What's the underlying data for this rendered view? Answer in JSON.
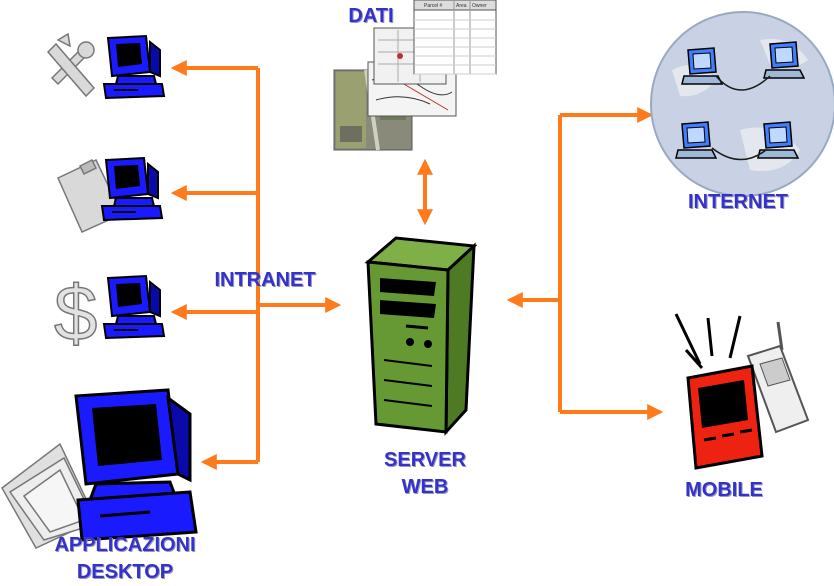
{
  "labels": {
    "dati": "DATI",
    "intranet": "INTRANET",
    "internet": "INTERNET",
    "server_line1": "SERVER",
    "server_line2": "WEB",
    "mobile": "MOBILE",
    "desktop_line1": "APPLICAZIONI",
    "desktop_line2": "DESKTOP"
  },
  "data_table": {
    "headers": [
      "Parcel #",
      "Area",
      "Owner"
    ],
    "rows": [
      [
        "",
        "",
        ""
      ],
      [
        "",
        "",
        ""
      ],
      [
        "",
        "",
        ""
      ],
      [
        "",
        "",
        ""
      ],
      [
        "",
        "",
        ""
      ],
      [
        "",
        "",
        ""
      ],
      [
        "",
        "",
        ""
      ]
    ]
  },
  "icons": {
    "tools": "wrench-screwdriver-icon",
    "clipboard": "clipboard-icon",
    "dollar": "dollar-sign-icon",
    "documents": "documents-icon",
    "server": "server-tower-icon",
    "globe": "globe-network-icon",
    "pda": "pda-icon",
    "phone": "mobile-phone-icon"
  },
  "colors": {
    "arrow": "#ff7a1a",
    "label": "#3333cc",
    "monitor": "#1a1aff",
    "server": "#669933",
    "pda": "#ee2211"
  }
}
